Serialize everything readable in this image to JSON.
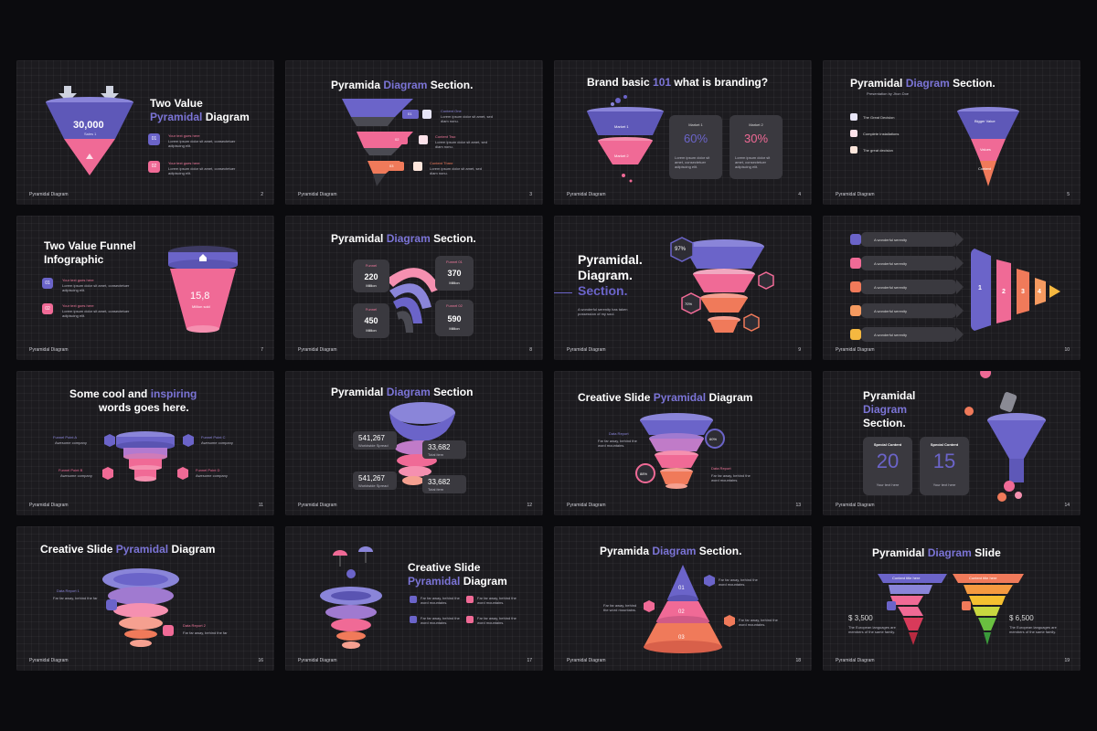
{
  "footer_label": "Pyramidal Diagram",
  "colors": {
    "purple": "#6b64c9",
    "pink": "#f06a96",
    "orange": "#f07a5a",
    "bg": "#1c1b1f"
  },
  "slides": [
    {
      "num": "2",
      "title_a": "Two Value",
      "title_hl": "Pyramidal",
      "title_b": "Diagram",
      "value": "30,000",
      "value_sub": "Sales 1",
      "item1": "Your text goes here",
      "item1_num": "01",
      "item2": "Your text goes here",
      "item2_num": "02",
      "desc": "Lorem ipsum dolor sit amet, consectetuer adipiscing elit."
    },
    {
      "num": "3",
      "title_a": "Pyramida",
      "title_hl": "Diagram",
      "title_b": "Section.",
      "labels": [
        "Content One",
        "Content Two",
        "Content Three"
      ],
      "nums": [
        "01",
        "02",
        "03"
      ],
      "desc": "Lorem ipsum dolor sit amet, sed diam nonu."
    },
    {
      "num": "4",
      "title_a": "Brand basic",
      "title_hl": "101",
      "title_b": "what is branding?",
      "funnel_labels": [
        "Market 1",
        "Market 2"
      ],
      "card1_title": "Market 1",
      "card1_value": "60%",
      "card2_title": "Market 2",
      "card2_value": "30%",
      "desc": "Lorem ipsum dolor sit amet, consectetuer adipiscing elit."
    },
    {
      "num": "5",
      "title_a": "Pyramidal",
      "title_hl": "Diagram",
      "title_b": "Section.",
      "subtitle": "Presentation by Jhon Doe",
      "items": [
        "The Great Decision",
        "Complete Installations",
        "The great decision"
      ],
      "funnel_labels": [
        "Bigger Value",
        "Values",
        "Content"
      ]
    },
    {
      "num": "7",
      "title": "Two Value Funnel Infographic",
      "item1": "Your text goes here",
      "item1_num": "01",
      "item2": "Your text goes here",
      "item2_num": "02",
      "value": "15,8",
      "value_sub": "Million sold",
      "desc": "Lorem ipsum dolor sit amet, consectetuer adipiscing elit."
    },
    {
      "num": "8",
      "title_a": "Pyramidal",
      "title_hl": "Diagram",
      "title_b": "Section.",
      "cards": [
        {
          "label": "Funnel",
          "value": "220",
          "unit": "Million"
        },
        {
          "label": "Funnel 01",
          "value": "370",
          "unit": "Million"
        },
        {
          "label": "Funnel",
          "value": "450",
          "unit": "Million"
        },
        {
          "label": "Funnel 02",
          "value": "590",
          "unit": "Million"
        }
      ]
    },
    {
      "num": "9",
      "title_l1": "Pyramidal.",
      "title_l2": "Diagram.",
      "title_l3": "Section.",
      "badges": [
        "97%",
        "70%"
      ],
      "desc": "A wonderful serenity has taken possession of my soul."
    },
    {
      "num": "10",
      "rows": [
        "A wonderful serenity",
        "A wonderful serenity",
        "A wonderful serenity",
        "A wonderful serenity",
        "A wonderful serenity"
      ],
      "steps": [
        "1",
        "2",
        "3",
        "4"
      ]
    },
    {
      "num": "11",
      "title_a": "Some cool and",
      "title_hl": "inspiring",
      "title_b": "words goes here.",
      "points": [
        "Funnel Point A",
        "Funnel Point B",
        "Funnel Point C",
        "Funnel Point D"
      ],
      "point_sub": "Awesome company"
    },
    {
      "num": "12",
      "title_a": "Pyramidal",
      "title_hl": "Diagram",
      "title_b": "Section",
      "stats": [
        {
          "value": "541,267",
          "sub": "Worldwide Spread"
        },
        {
          "value": "33,682",
          "sub": "Total item"
        },
        {
          "value": "541,267",
          "sub": "Worldwide Spread"
        },
        {
          "value": "33,682",
          "sub": "Total item"
        }
      ]
    },
    {
      "num": "13",
      "title_a": "Creative Slide",
      "title_hl": "Pyramidal",
      "title_b": "Diagram",
      "report1": "Data Report",
      "report2": "Data Report",
      "report_desc": "Far far away, behind the word mountains.",
      "badges": [
        "60%",
        "88%"
      ]
    },
    {
      "num": "14",
      "title_l1": "Pyramidal",
      "title_l2": "Diagram",
      "title_l3": "Section.",
      "card1_title": "Special Content",
      "card1_value": "20",
      "card2_title": "Special Content",
      "card2_value": "15",
      "card_sub": "Your text here"
    },
    {
      "num": "16",
      "title_a": "Creative Slide",
      "title_hl": "Pyramidal",
      "title_b": "Diagram",
      "report1": "Data Report 1",
      "report2": "Data Report 2",
      "desc": "Far far away, behind the far"
    },
    {
      "num": "17",
      "title_a": "Creative Slide",
      "title_hl": "Pyramidal",
      "title_b": "Diagram",
      "desc": "Far far away, behind the word mountains."
    },
    {
      "num": "18",
      "title_a": "Pyramida",
      "title_hl": "Diagram",
      "title_b": "Section.",
      "layers": [
        "01",
        "02",
        "03"
      ],
      "desc": "Far far away, behind the word mountains."
    },
    {
      "num": "19",
      "title_a": "Pyramidal",
      "title_hl": "Diagram",
      "title_b": "Slide",
      "head1": "Content title here",
      "head2": "Content title here",
      "value1": "$ 3,500",
      "value2": "$ 6,500",
      "desc": "The European languages are members of the same family."
    }
  ]
}
